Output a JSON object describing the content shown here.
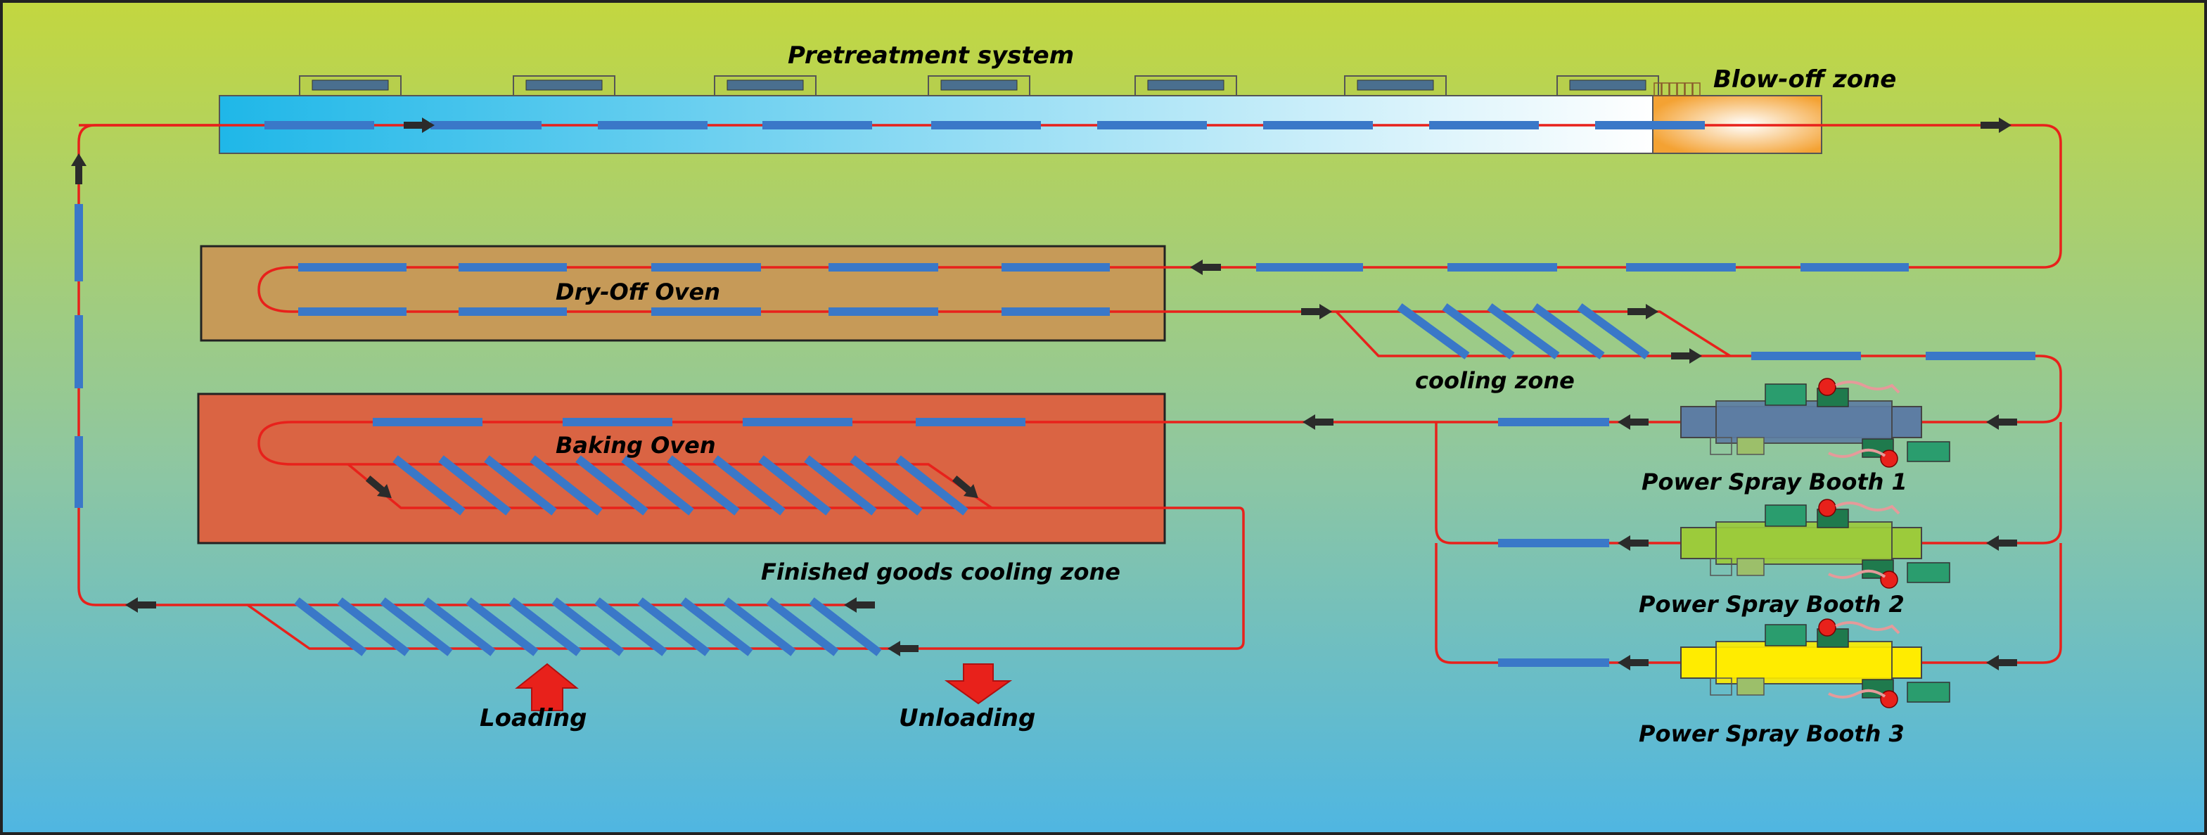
{
  "labels": {
    "pretreatment": "Pretreatment system",
    "blow_off": "Blow-off zone",
    "dry_off": "Dry-Off Oven",
    "cooling": "cooling zone",
    "baking": "Baking Oven",
    "finished_cooling": "Finished goods cooling zone",
    "loading": "Loading",
    "unloading": "Unloading",
    "booth1": "Power Spray Booth 1",
    "booth2": "Power Spray Booth 2",
    "booth3": "Power Spray Booth 3"
  },
  "colors": {
    "background_top": "#c3d73f",
    "background_mid": "#8fc7a0",
    "background_bottom": "#4fb6e2",
    "conveyor_line": "#e8211b",
    "hanger": "#3a78c8",
    "dry_off_oven": "#c69a58",
    "baking_oven": "#da6443",
    "pretreatment_start": "#1fb7e8",
    "blow_off": "#f4a233",
    "arrow": "#2b2b2b",
    "loading_arrow": "#e8211b",
    "booth1_accent": "#5d7da3",
    "booth2_accent": "#9ccb3b",
    "booth3_accent": "#ffec00"
  }
}
